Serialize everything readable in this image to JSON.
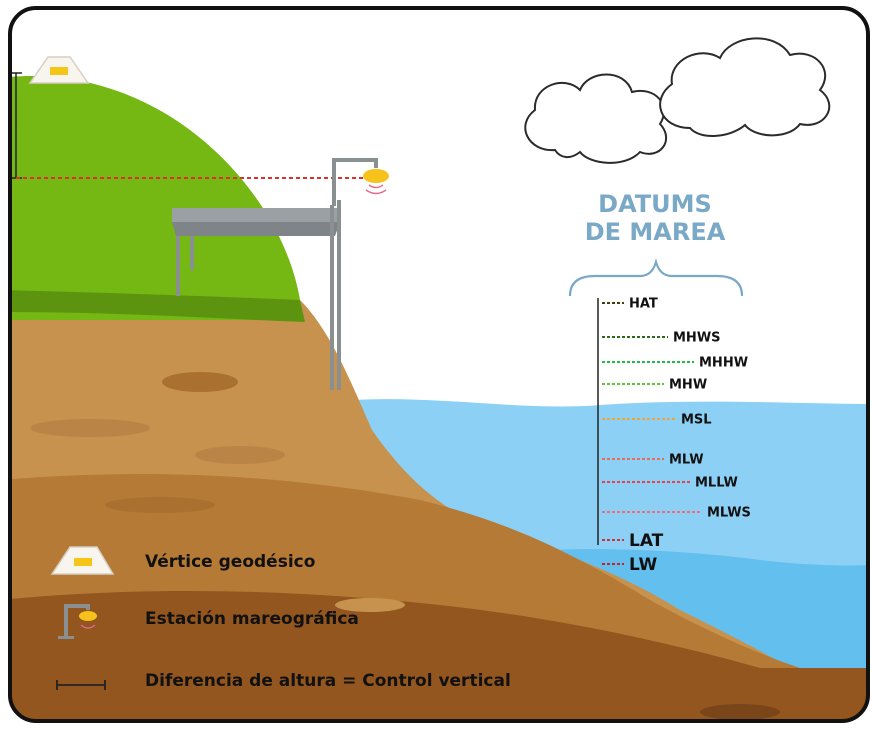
{
  "title": {
    "line1": "DATUMS",
    "line2": "DE MAREA"
  },
  "datums": [
    {
      "label": "HAT",
      "color": "#3f3f12"
    },
    {
      "label": "MHWS",
      "color": "#2f6a1c"
    },
    {
      "label": "MHHW",
      "color": "#1dbb47"
    },
    {
      "label": "MHW",
      "color": "#5ac732"
    },
    {
      "label": "MSL",
      "color": "#f0a23e"
    },
    {
      "label": "MLW",
      "color": "#e96b58"
    },
    {
      "label": "MLLW",
      "color": "#e8434d"
    },
    {
      "label": "MLWS",
      "color": "#ef6e7c"
    },
    {
      "label": "LAT",
      "color": "#d2303d"
    },
    {
      "label": "LW",
      "color": "#c4222f"
    }
  ],
  "legend": {
    "vertex": "Vértice geodésico",
    "station": "Estación mareográfica",
    "control": "Diferencia de altura = Control vertical"
  },
  "colors": {
    "title": "#7aa8c7",
    "water": "#8cd0f5",
    "water_dark": "#63bfee",
    "grass": "#75b713",
    "grass_dark": "#5c9410",
    "earth_top": "#c6924d",
    "earth_mid": "#b57a35",
    "earth_bottom": "#93561f",
    "level_line": "#e0302a",
    "sensor": "#f6c21b",
    "pier": "#9aa0a3"
  }
}
